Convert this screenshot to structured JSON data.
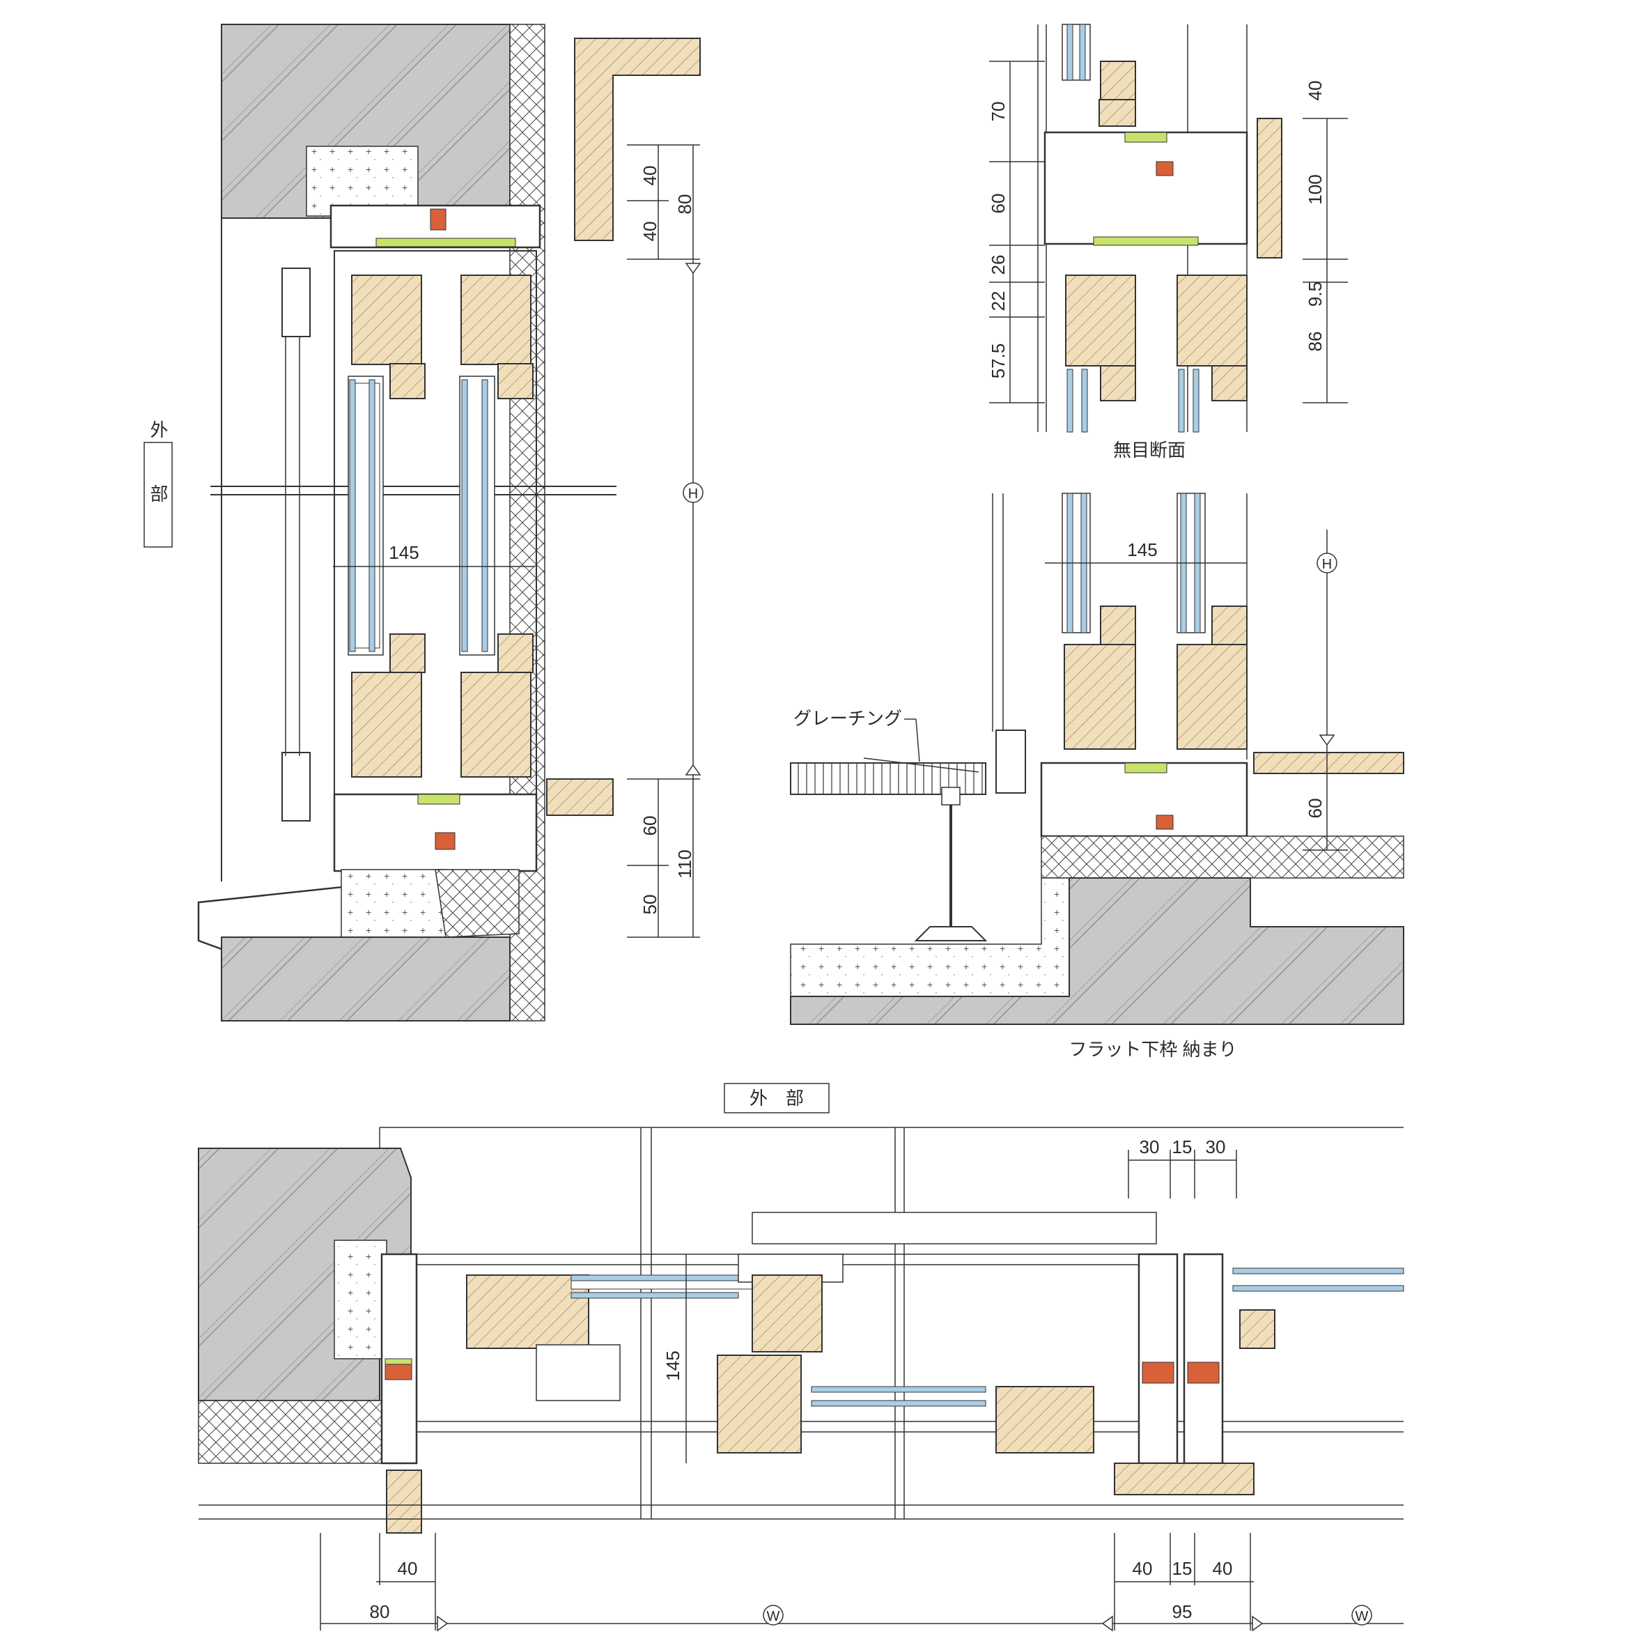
{
  "colors": {
    "concrete": "#c8c8c8",
    "wood": "#f1dfbc",
    "glass": "#a9cde6",
    "thermal_break_green": "#c8e36a",
    "thermal_break_red": "#d8613a",
    "line": "#333333"
  },
  "sections": {
    "vertical_main": {
      "exterior_label": "外　部",
      "dims_right_top": [
        "40",
        "40",
        "80"
      ],
      "dim_height_symbol": "H",
      "dims_right_bottom": [
        "60",
        "50",
        "110"
      ],
      "dim_frame_width": "145"
    },
    "mullion": {
      "caption": "無目断面",
      "dims_left": [
        "70",
        "60",
        "26",
        "22",
        "57.5"
      ],
      "dims_right": [
        "40",
        "100",
        "9.5",
        "86"
      ]
    },
    "flat_sill": {
      "caption": "フラット下枠 納まり",
      "grating_label": "グレーチング",
      "dim_frame_width": "145",
      "dim_height_symbol": "H",
      "dim_right": "60"
    },
    "horizontal": {
      "exterior_label": "外　部",
      "dims_top": [
        "30",
        "15",
        "30"
      ],
      "dim_vertical": "145",
      "dims_bottom_left": [
        "40",
        "80"
      ],
      "dim_width_symbol": "W",
      "dims_bottom_right": [
        "40",
        "15",
        "40",
        "95"
      ]
    }
  }
}
